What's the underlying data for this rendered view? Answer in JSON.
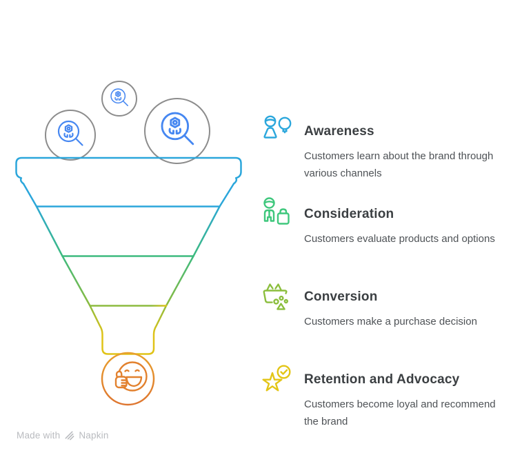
{
  "diagram": {
    "kind": "marketing-funnel-infographic",
    "watermark": {
      "made_with": "Made with",
      "brand": "Napkin"
    }
  },
  "colors": {
    "funnel_blue": "#2BA6DB",
    "funnel_green": "#3DBA7E",
    "funnel_yellow_green": "#8CBB3F",
    "funnel_yellow": "#E0C317",
    "orange": "#E2812E",
    "orange_top": "#E8A02C",
    "orange_bottom": "#DE7530",
    "magnifier_blue": "#4687F1",
    "circle_gray": "#8C8C8C",
    "awareness_icon_blue": "#2BA7DC",
    "consideration_icon_green": "#3EC77C",
    "conversion_icon_yellow_green": "#8BBE3D",
    "retention_icon_yellow": "#E3C516",
    "title_text": "#3B3F42",
    "description_text": "#4E5256",
    "watermark_gray": "#B9BBBF"
  },
  "funnel": {
    "top_icons": "magnifying-glass-user-icon",
    "bottom_icon": "thumbs-up-smiley-icon",
    "levels": [
      {
        "name": "awareness",
        "color": "#2BA6DB"
      },
      {
        "name": "consideration",
        "color": "#3DBA7E"
      },
      {
        "name": "conversion",
        "color": "#8CBB3F"
      },
      {
        "name": "retention",
        "color": "#E0C317"
      }
    ]
  },
  "stages": [
    {
      "title": "Awareness",
      "description": "Customers learn about the brand through various channels",
      "icon": "person-lightbulb-icon",
      "color": "#2BA7DC"
    },
    {
      "title": "Consideration",
      "description": "Customers evaluate products and options",
      "icon": "person-shopping-bag-icon",
      "color": "#3EC77C"
    },
    {
      "title": "Conversion",
      "description": "Customers make a purchase decision",
      "icon": "basket-items-icon",
      "color": "#8BBE3D"
    },
    {
      "title": "Retention and Advocacy",
      "description": "Customers become loyal and recommend the brand",
      "icon": "star-check-icon",
      "color": "#E3C516"
    }
  ]
}
